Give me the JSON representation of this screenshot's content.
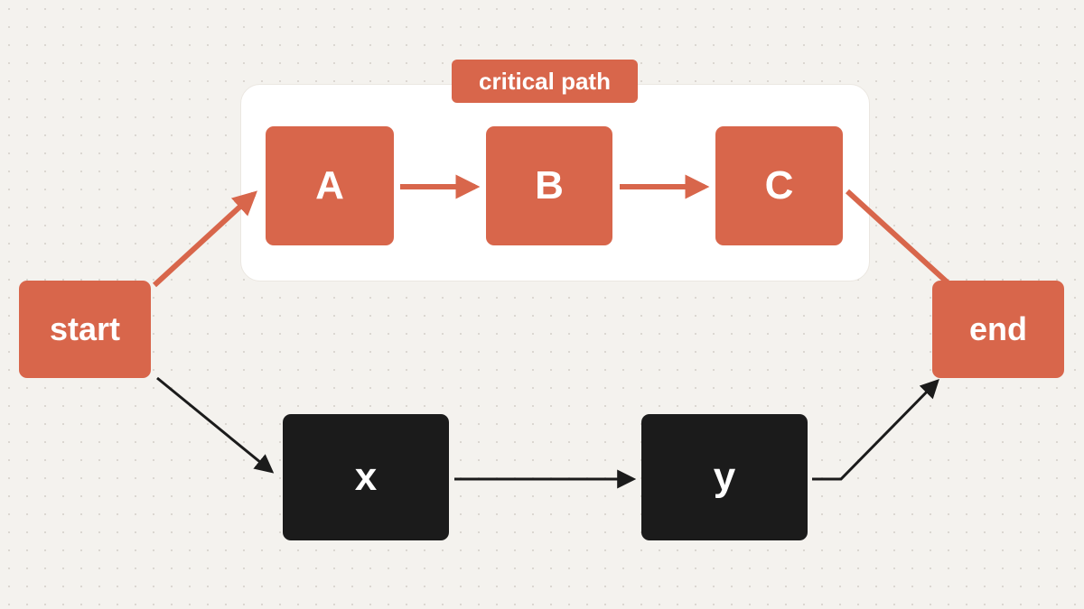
{
  "group": {
    "label": "critical path"
  },
  "nodes": {
    "start": "start",
    "a": "A",
    "b": "B",
    "c": "C",
    "end": "end",
    "x": "x",
    "y": "y"
  },
  "edges": [
    {
      "from": "start",
      "to": "A",
      "style": "accent"
    },
    {
      "from": "A",
      "to": "B",
      "style": "accent"
    },
    {
      "from": "B",
      "to": "C",
      "style": "accent"
    },
    {
      "from": "C",
      "to": "end",
      "style": "accent"
    },
    {
      "from": "start",
      "to": "x",
      "style": "dark"
    },
    {
      "from": "x",
      "to": "y",
      "style": "dark"
    },
    {
      "from": "y",
      "to": "end",
      "style": "dark"
    }
  ],
  "colors": {
    "accent": "#d8664b",
    "dark": "#1b1b1b",
    "background": "#f4f2ee"
  }
}
